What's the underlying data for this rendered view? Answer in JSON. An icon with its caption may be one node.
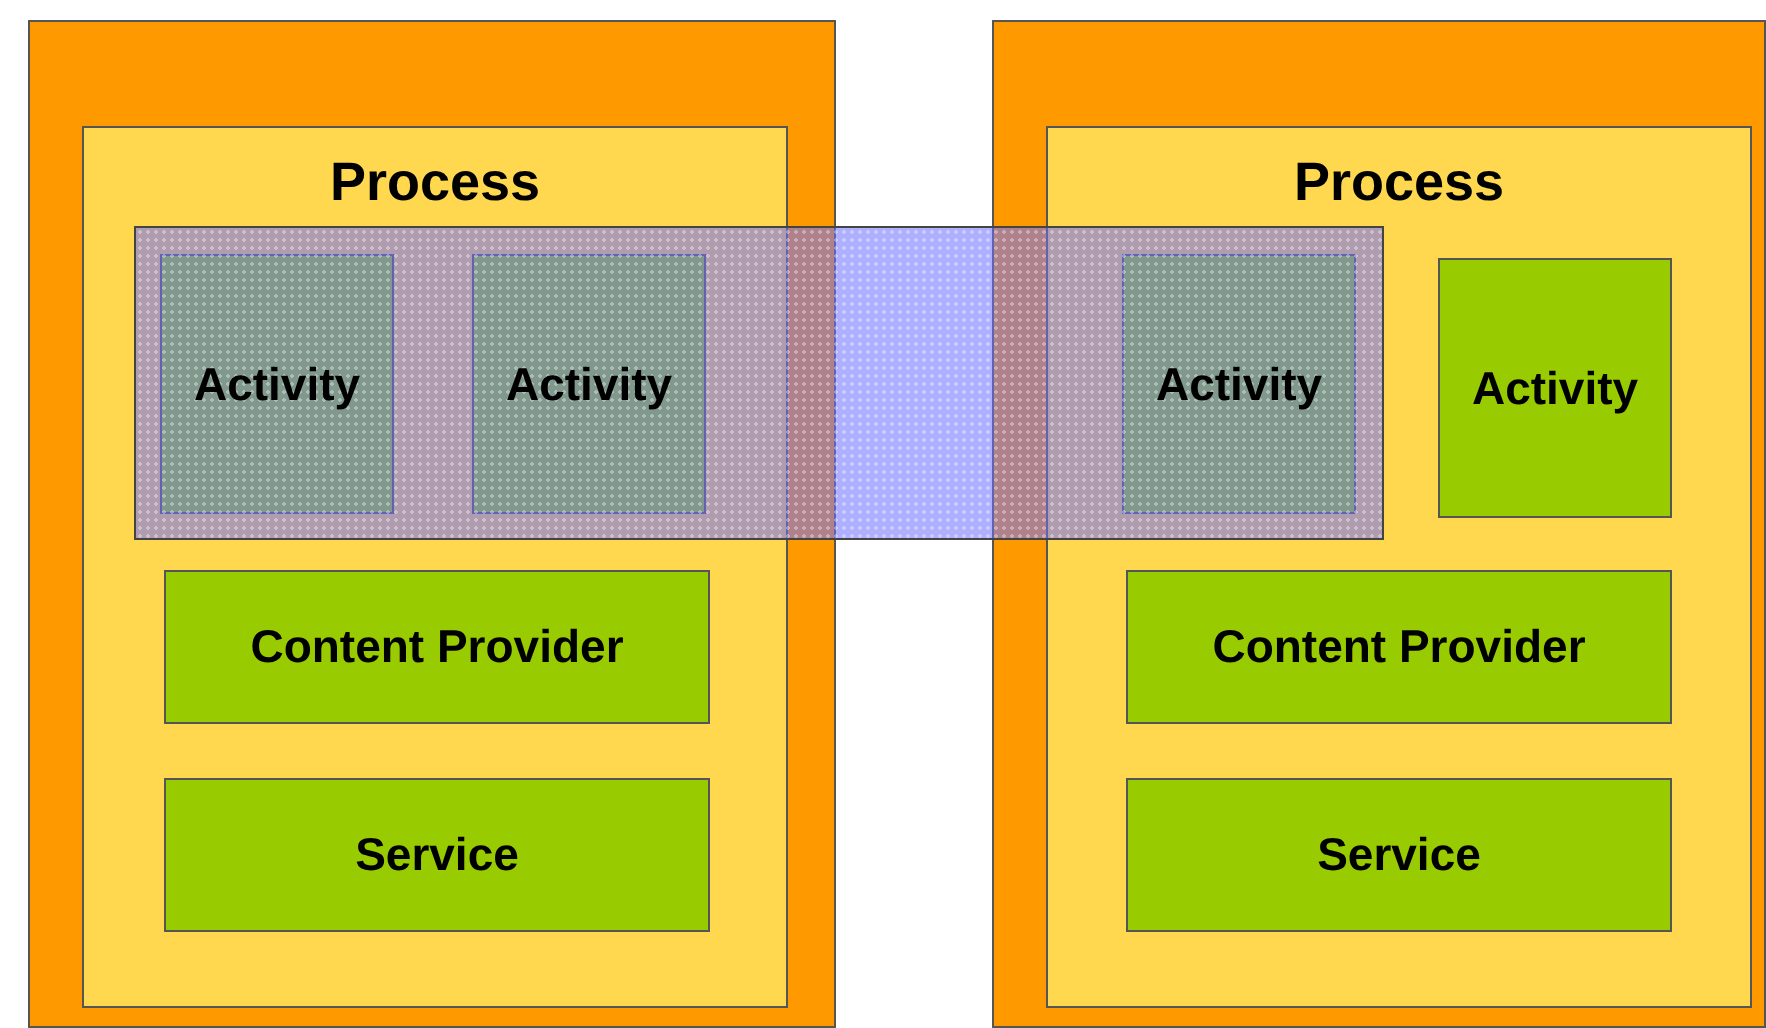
{
  "diagram": {
    "nodes": [
      {
        "text": [],
        "shape": "box"
      },
      {
        "text": [
          "Process"
        ],
        "in": 0
      },
      {
        "text": [
          "Activity"
        ]
      },
      {
        "text": [
          "Activity"
        ]
      },
      {
        "text": [
          "Content Provider"
        ],
        "in": 1
      },
      {
        "text": [
          "Service"
        ],
        "in": 1
      },
      {
        "text": [],
        "shape": "box"
      },
      {
        "text": [
          "Process"
        ],
        "in": 6
      },
      {
        "text": [
          "Activity"
        ]
      },
      {
        "text": [
          "Activity"
        ],
        "in": 7
      },
      {
        "text": [
          "Content Provider"
        ],
        "in": 7
      },
      {
        "text": [
          "Service"
        ],
        "in": 7
      },
      {
        "text": [],
        "shape": "band"
      }
    ]
  }
}
